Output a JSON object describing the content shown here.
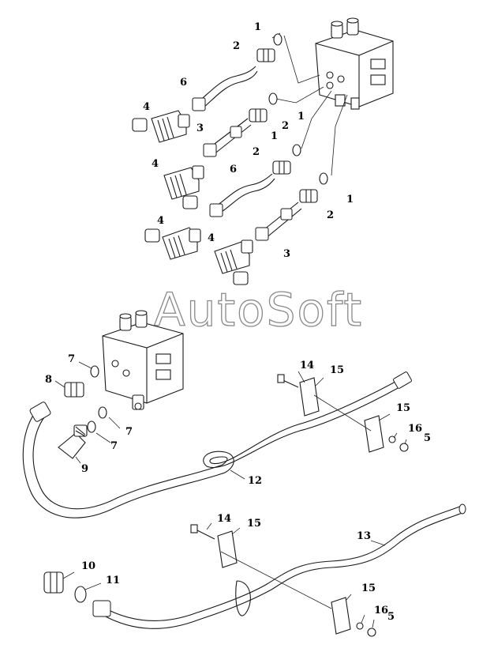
{
  "watermark": "AutoSoft",
  "labels": {
    "l1a": "1",
    "l1b": "1",
    "l1c": "1",
    "l1d": "1",
    "l2a": "2",
    "l2b": "2",
    "l2c": "2",
    "l2d": "2",
    "l3a": "3",
    "l3b": "3",
    "l4a": "4",
    "l4b": "4",
    "l4c": "4",
    "l4d": "4",
    "l5a": "5",
    "l5b": "5",
    "l6a": "6",
    "l6b": "6",
    "l7a": "7",
    "l7b": "7",
    "l7c": "7",
    "l8": "8",
    "l9": "9",
    "l10": "10",
    "l11": "11",
    "l12": "12",
    "l13": "13",
    "l14a": "14",
    "l14b": "14",
    "l15a": "15",
    "l15b": "15",
    "l15c": "15",
    "l15d": "15",
    "l16a": "16",
    "l16b": "16"
  }
}
